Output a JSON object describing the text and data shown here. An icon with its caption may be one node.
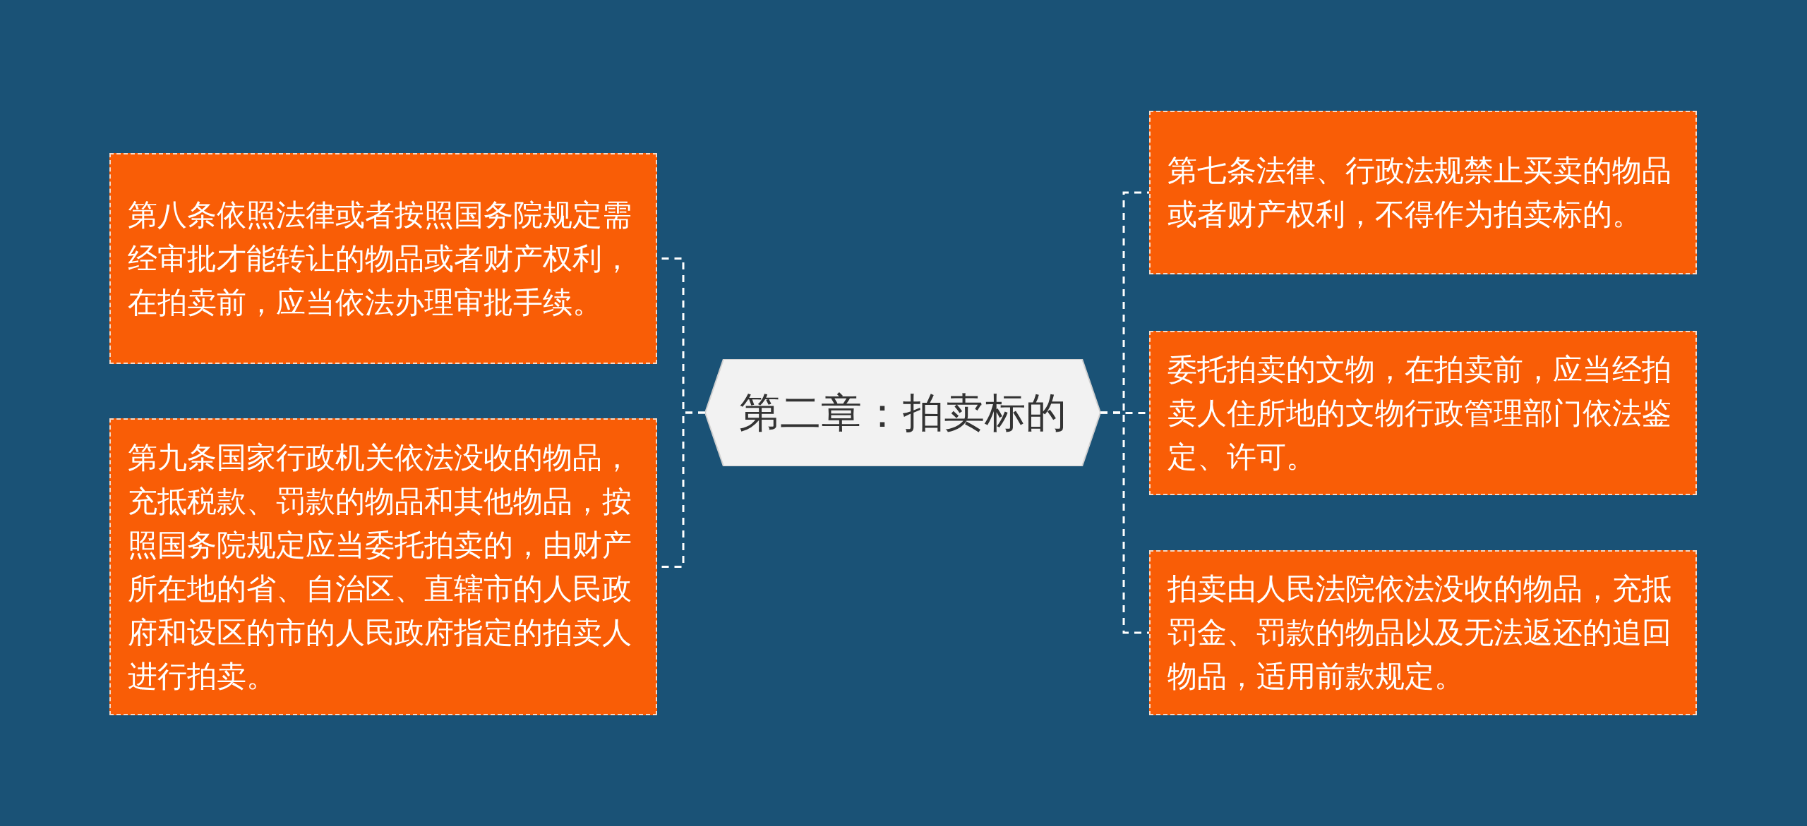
{
  "diagram": {
    "nodes": [
      {
        "text": [
          "第二章：拍卖标的"
        ]
      },
      {
        "text": [
          "第八条依照法律或者按照国务院规定需经审批才能转让的物品或者财产权利，在拍卖前，应当依法办理审批手续。"
        ]
      },
      {
        "text": [
          "第九条国家行政机关依法没收的物品，充抵税款、罚款的物品和其他物品，按照国务院规定应当委托拍卖的，由财产所在地的省、自治区、直辖市的人民政府和设区的市的人民政府指定的拍卖人进行拍卖。"
        ]
      },
      {
        "text": [
          "第七条法律、行政法规禁止买卖的物品或者财产权利，不得作为拍卖标的。"
        ]
      },
      {
        "text": [
          "委托拍卖的文物，在拍卖前，应当经拍卖人住所地的文物行政管理部门依法鉴定、许可。"
        ]
      },
      {
        "text": [
          "拍卖由人民法院依法没收的物品，充抵罚金、罚款的物品以及无法返还的追回物品，适用前款规定。"
        ]
      }
    ],
    "edges": [
      {
        "from": 0,
        "to": 1,
        "arrow": "none",
        "style": "dashed"
      },
      {
        "from": 0,
        "to": 2,
        "arrow": "none",
        "style": "dashed"
      },
      {
        "from": 0,
        "to": 3,
        "arrow": "none",
        "style": "dashed"
      },
      {
        "from": 0,
        "to": 4,
        "arrow": "none",
        "style": "dashed"
      },
      {
        "from": 0,
        "to": 5,
        "arrow": "none",
        "style": "dashed"
      }
    ]
  }
}
